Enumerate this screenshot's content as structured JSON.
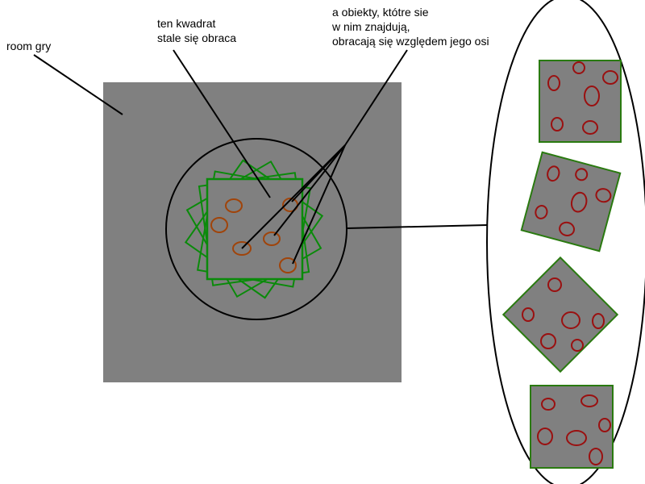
{
  "labels": {
    "room": "room gry",
    "square_line1": "ten kwadrat",
    "square_line2": "stale się obraca",
    "objects_line1": "a obiekty, któtre sie",
    "objects_line2": "w nim znajdują,",
    "objects_line3": "obracają się względem jego osi"
  },
  "colors": {
    "room": "#808080",
    "square_stroke": "#0a8a0a",
    "inner_ovals": "#a0440a",
    "detail_ovals": "#9a1010",
    "detail_square_stroke": "#2a7a10"
  },
  "rotation_frames_degrees": [
    0,
    15,
    45,
    0
  ]
}
